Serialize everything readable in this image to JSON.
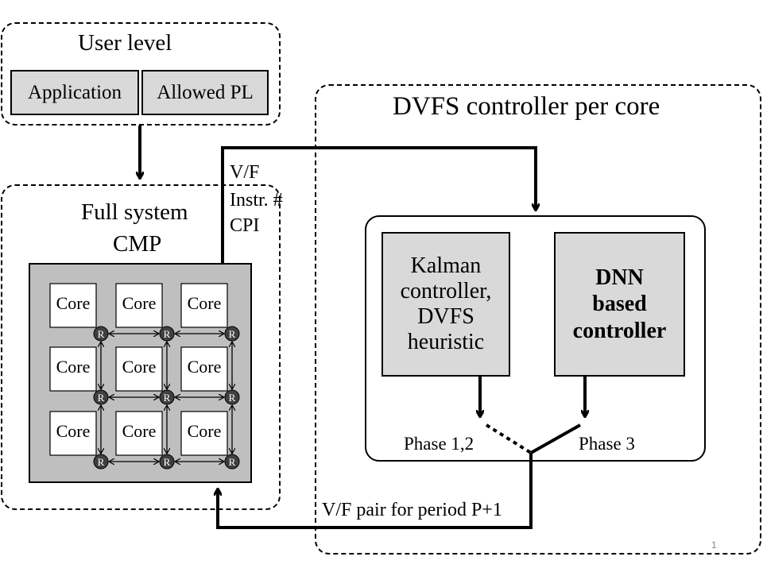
{
  "user_level": {
    "title": "User level",
    "application": "Application",
    "allowed_pl": "Allowed PL"
  },
  "full_system": {
    "title_line1": "Full system",
    "title_line2": "CMP",
    "core_label": "Core",
    "router_label": "R"
  },
  "signals": {
    "line1": "V/F",
    "line2": "Instr. #",
    "line3": "CPI"
  },
  "dvfs": {
    "title": "DVFS controller per core",
    "kalman": [
      "Kalman",
      "controller,",
      "DVFS",
      "heuristic"
    ],
    "dnn": [
      "DNN",
      "based",
      "controller"
    ],
    "phase12": "Phase 1,2",
    "phase3": "Phase 3"
  },
  "feedback_label": "V/F pair for period P+1",
  "slide_number": "1"
}
